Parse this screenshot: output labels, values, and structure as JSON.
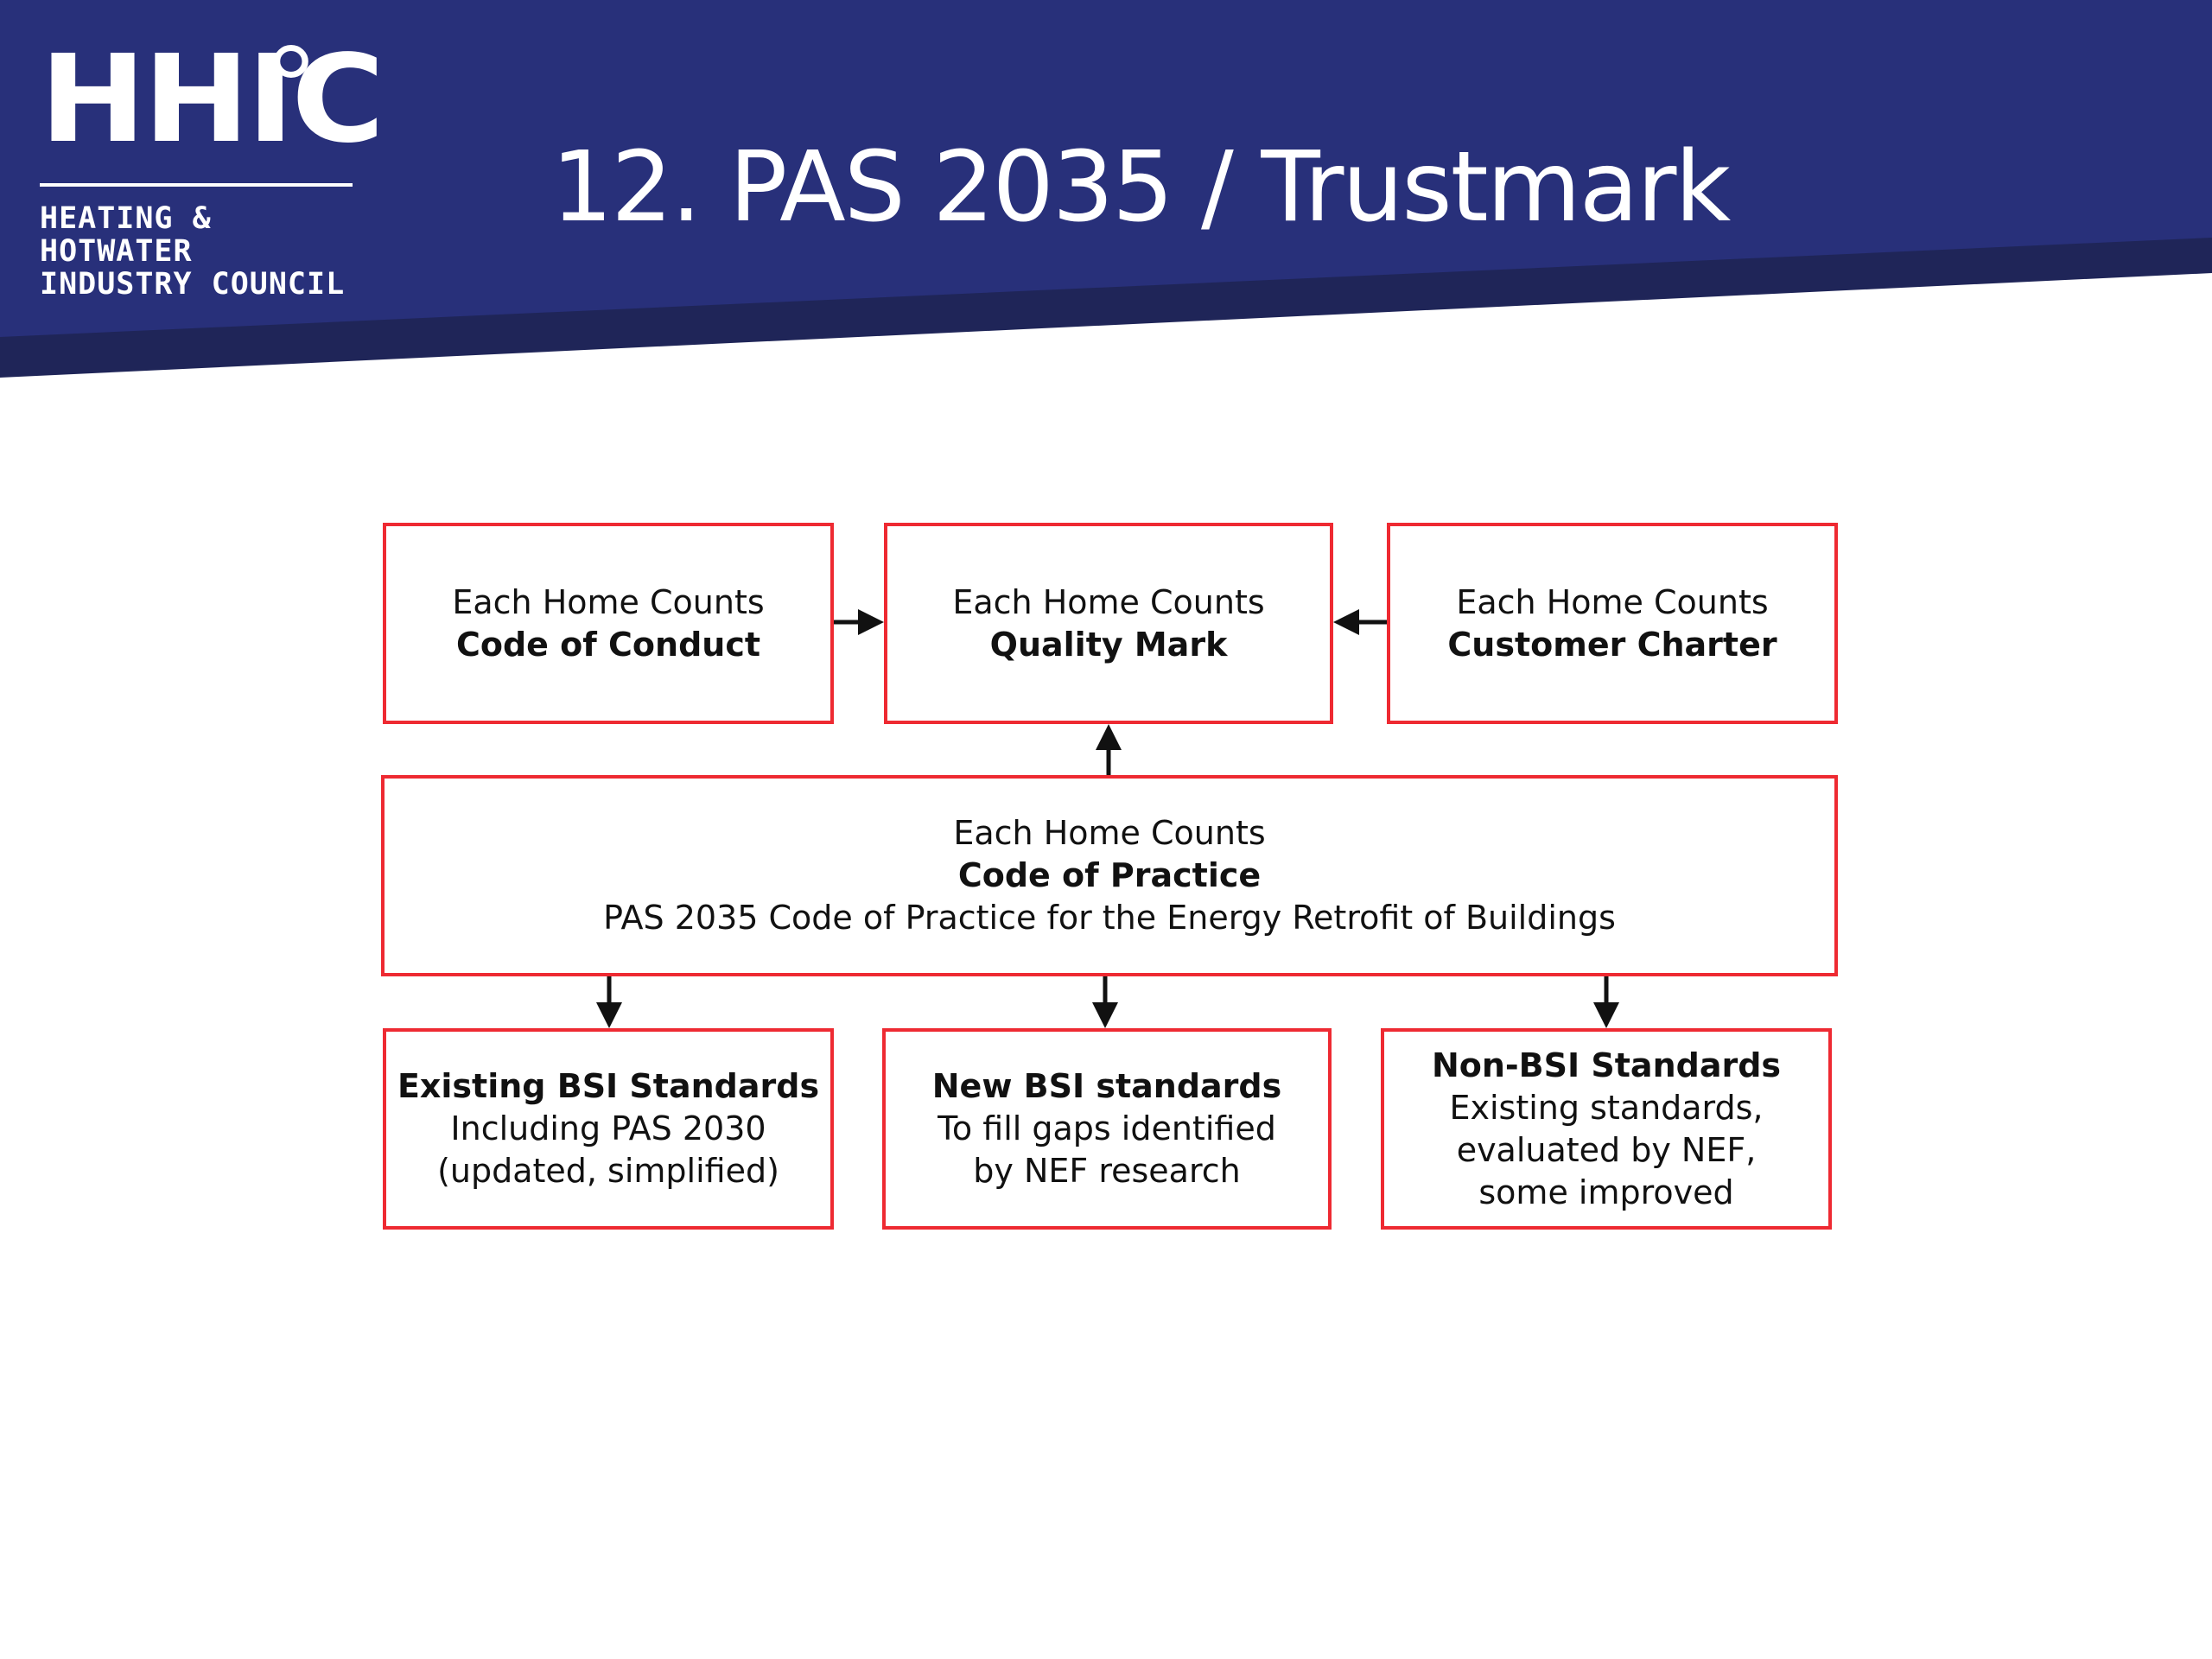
{
  "header": {
    "logo_mark": "HHIC",
    "logo_subtitle_line1": "HEATING & HOTWATER",
    "logo_subtitle_line2": "INDUSTRY COUNCIL",
    "title": "12. PAS 2035 / Trustmark",
    "band_color": "#28307a",
    "band_shadow_color": "#1f2558"
  },
  "diagram": {
    "border_color": "#ee2a32",
    "arrow_color": "#111111",
    "top_row": [
      {
        "line1": "Each Home Counts",
        "line2": "Code of Conduct"
      },
      {
        "line1": "Each Home Counts",
        "line2": "Quality Mark"
      },
      {
        "line1": "Each Home Counts",
        "line2": "Customer Charter"
      }
    ],
    "middle": {
      "line1": "Each Home Counts",
      "line2": "Code of Practice",
      "line3": "PAS 2035 Code of Practice for the Energy Retrofit of Buildings"
    },
    "bottom_row": [
      {
        "heading": "Existing BSI Standards",
        "lines": [
          "Including PAS 2030",
          "(updated, simplified)"
        ]
      },
      {
        "heading": "New BSI standards",
        "lines": [
          "To fill gaps identified",
          "by NEF research"
        ]
      },
      {
        "heading": "Non-BSI Standards",
        "lines": [
          "Existing standards,",
          "evaluated by NEF,",
          "some improved"
        ]
      }
    ]
  }
}
